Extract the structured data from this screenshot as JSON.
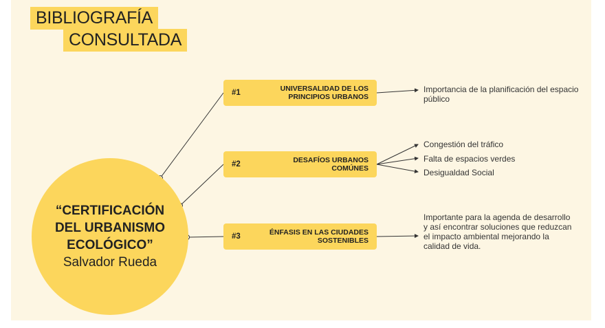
{
  "title": {
    "line1": "BIBLIOGRAFÍA",
    "line2": "CONSULTADA"
  },
  "center": {
    "title": "“CERTIFICACIÓN DEL URBANISMO ECOLÓGICO”",
    "title_lines": [
      "“CERTIFICACIÓN",
      "DEL URBANISMO",
      "ECOLÓGICO”"
    ],
    "author": "Salvador Rueda"
  },
  "nodes": [
    {
      "number": "#1",
      "label": "UNIVERSALIDAD DE LOS PRINCIPIOS URBANOS"
    },
    {
      "number": "#2",
      "label": "DESAFÍOS URBANOS COMÚNES"
    },
    {
      "number": "#3",
      "label": "ÉNFASIS EN LAS CIUDADES SOSTENIBLES"
    }
  ],
  "details": {
    "n1": [
      "Importancia de la planificación del espacio público"
    ],
    "n2": [
      "Congestión del tráfico",
      "Falta de espacios verdes",
      "Desigualdad Social"
    ],
    "n3": [
      "Importante para la agenda de desarrollo y así encontrar soluciones que reduzcan el impacto ambiental mejorando la calidad de vida."
    ]
  },
  "colors": {
    "accent": "#fcd65c",
    "background": "#fdf6e3",
    "text": "#222222",
    "line": "#333333"
  }
}
